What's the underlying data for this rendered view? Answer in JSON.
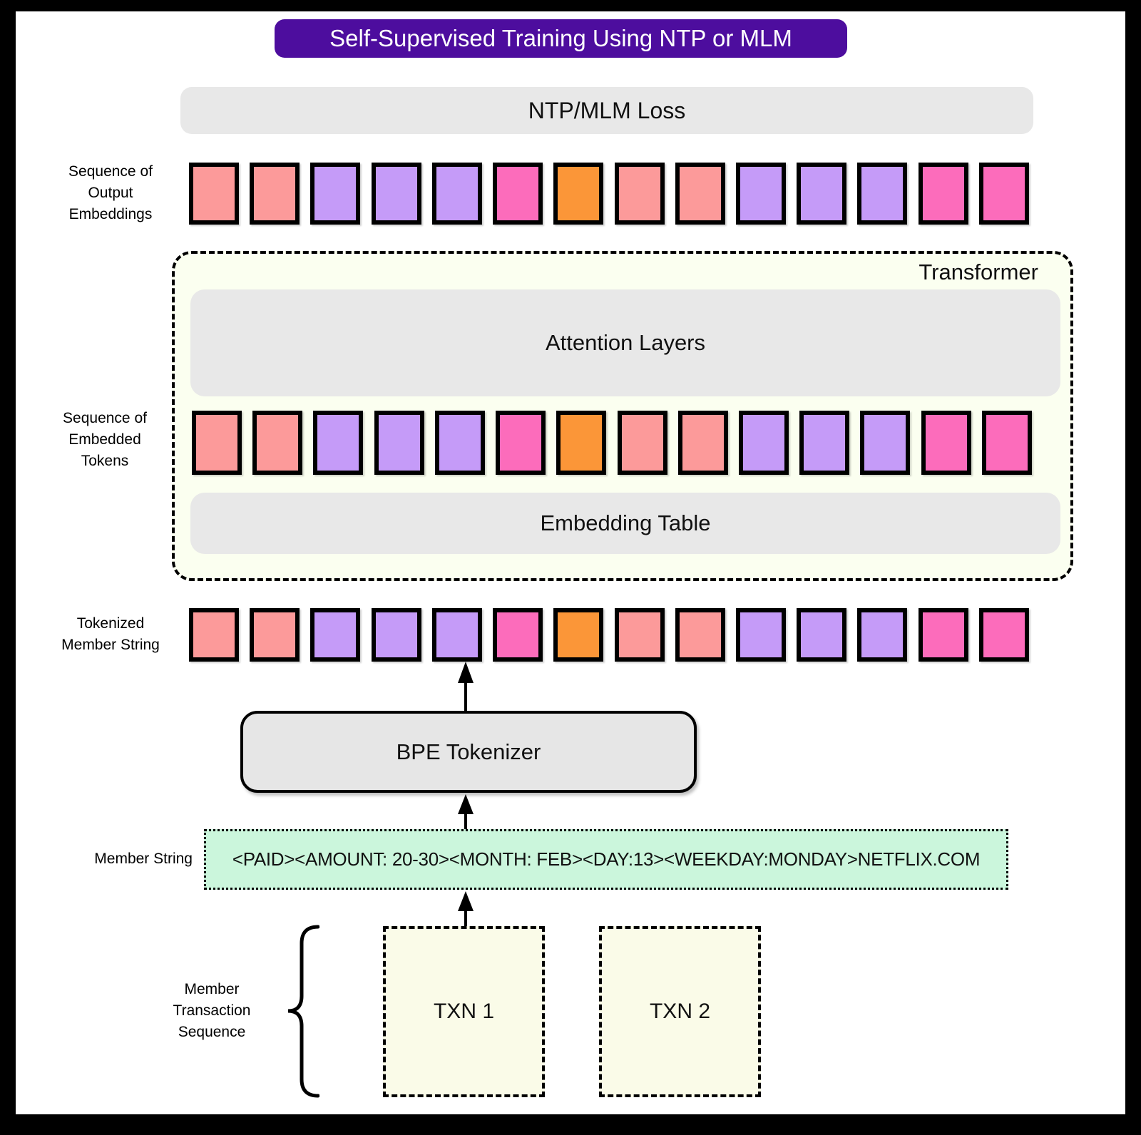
{
  "title": "Self-Supervised Training Using NTP or MLM",
  "boxes": {
    "loss": "NTP/MLM Loss",
    "transformer": "Transformer",
    "attention": "Attention Layers",
    "embedding_table": "Embedding Table",
    "bpe": "BPE Tokenizer"
  },
  "labels": {
    "output_embeddings": "Sequence of\nOutput\nEmbeddings",
    "embedded_tokens": "Sequence of\nEmbedded\nTokens",
    "tokenized": "Tokenized\nMember String",
    "member_string": "Member String",
    "member_txn": "Member\nTransaction\nSequence"
  },
  "member_string_value": "<PAID><AMOUNT: 20-30><MONTH: FEB><DAY:13><WEEKDAY:MONDAY>NETFLIX.COM",
  "txn_boxes": [
    {
      "label": "TXN 1"
    },
    {
      "label": "TXN 2"
    }
  ],
  "token_pattern": [
    "salmon",
    "salmon",
    "lavender",
    "lavender",
    "lavender",
    "magenta",
    "orange",
    "salmon",
    "salmon",
    "lavender",
    "lavender",
    "lavender",
    "magenta",
    "magenta"
  ],
  "colors": {
    "title_bg": "#4D0D9E",
    "title_text": "#FFFFFF",
    "gray_box": "#E8E8E8",
    "bpe_bg": "#E6E6E6",
    "transformer_bg": "#FBFFF0",
    "member_string_bg": "#CBF6DC",
    "txn_bg": "#FAFBE8",
    "outline": "#000000",
    "tokens": {
      "salmon": "#FC9A9A",
      "lavender": "#C59BF8",
      "magenta": "#FC6CBB",
      "orange": "#FB9638"
    }
  }
}
